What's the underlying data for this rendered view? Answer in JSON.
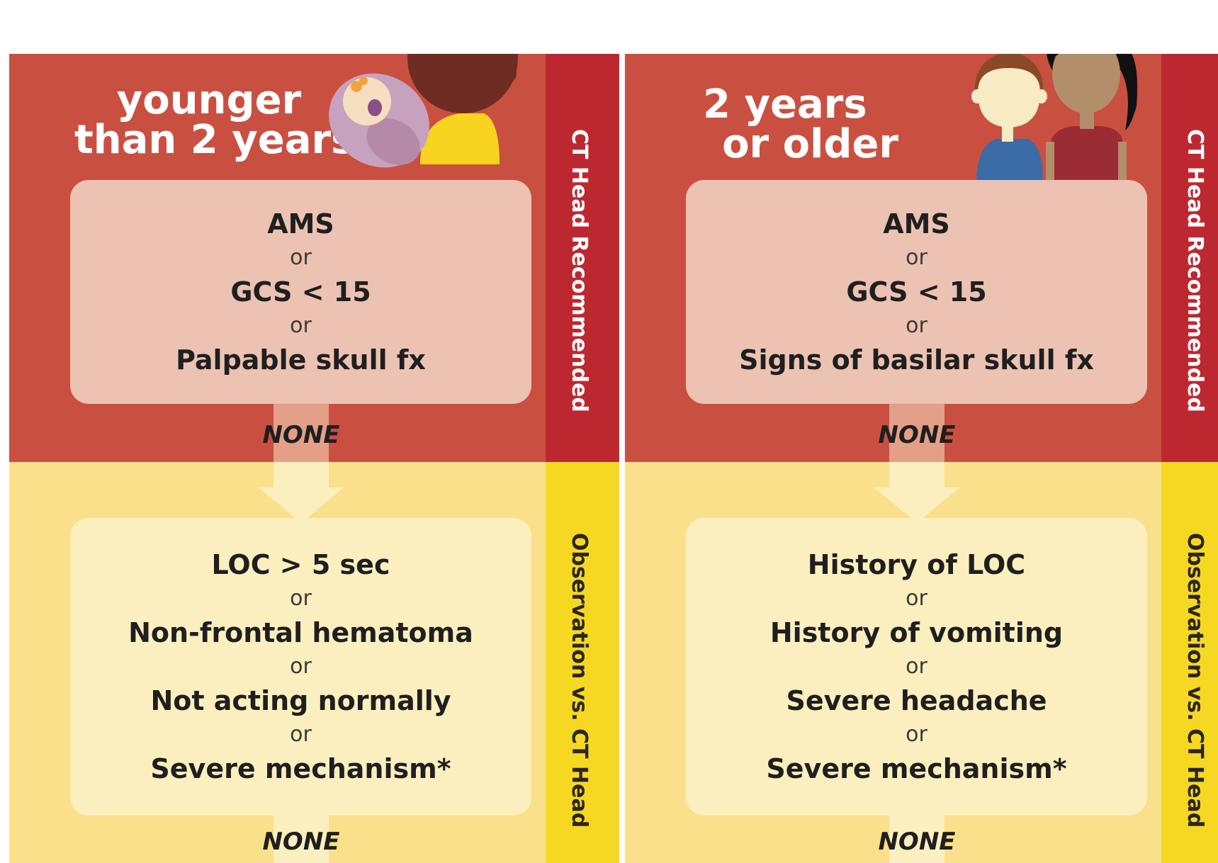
{
  "colors": {
    "red_band": "#c95041",
    "red_strip": "#bd2830",
    "yellow_band": "#fae08a",
    "yellow_strip": "#f6d823",
    "red_box": "#ecc2b2",
    "yellow_box": "#fcefbf"
  },
  "strip_labels": {
    "top": "CT Head Recommended",
    "bottom": "Observation vs. CT Head"
  },
  "panels": [
    {
      "title_line1": "younger",
      "title_line2": "than 2 years",
      "top_box": {
        "items": [
          "AMS",
          "GCS < 15",
          "Palpable skull fx"
        ],
        "separator": "or"
      },
      "none_label_1": "NONE",
      "bottom_box": {
        "items": [
          "LOC > 5 sec",
          "Non-frontal hematoma",
          "Not acting normally",
          "Severe mechanism*"
        ],
        "separator": "or"
      },
      "none_label_2": "NONE",
      "illustration": "adult-holding-infant-icon"
    },
    {
      "title_line1": "2 years",
      "title_line2": "or older",
      "top_box": {
        "items": [
          "AMS",
          "GCS < 15",
          "Signs of basilar skull fx"
        ],
        "separator": "or"
      },
      "none_label_1": "NONE",
      "bottom_box": {
        "items": [
          "History of LOC",
          "History of vomiting",
          "Severe headache",
          "Severe mechanism*"
        ],
        "separator": "or"
      },
      "none_label_2": "NONE",
      "illustration": "two-children-icon"
    }
  ]
}
